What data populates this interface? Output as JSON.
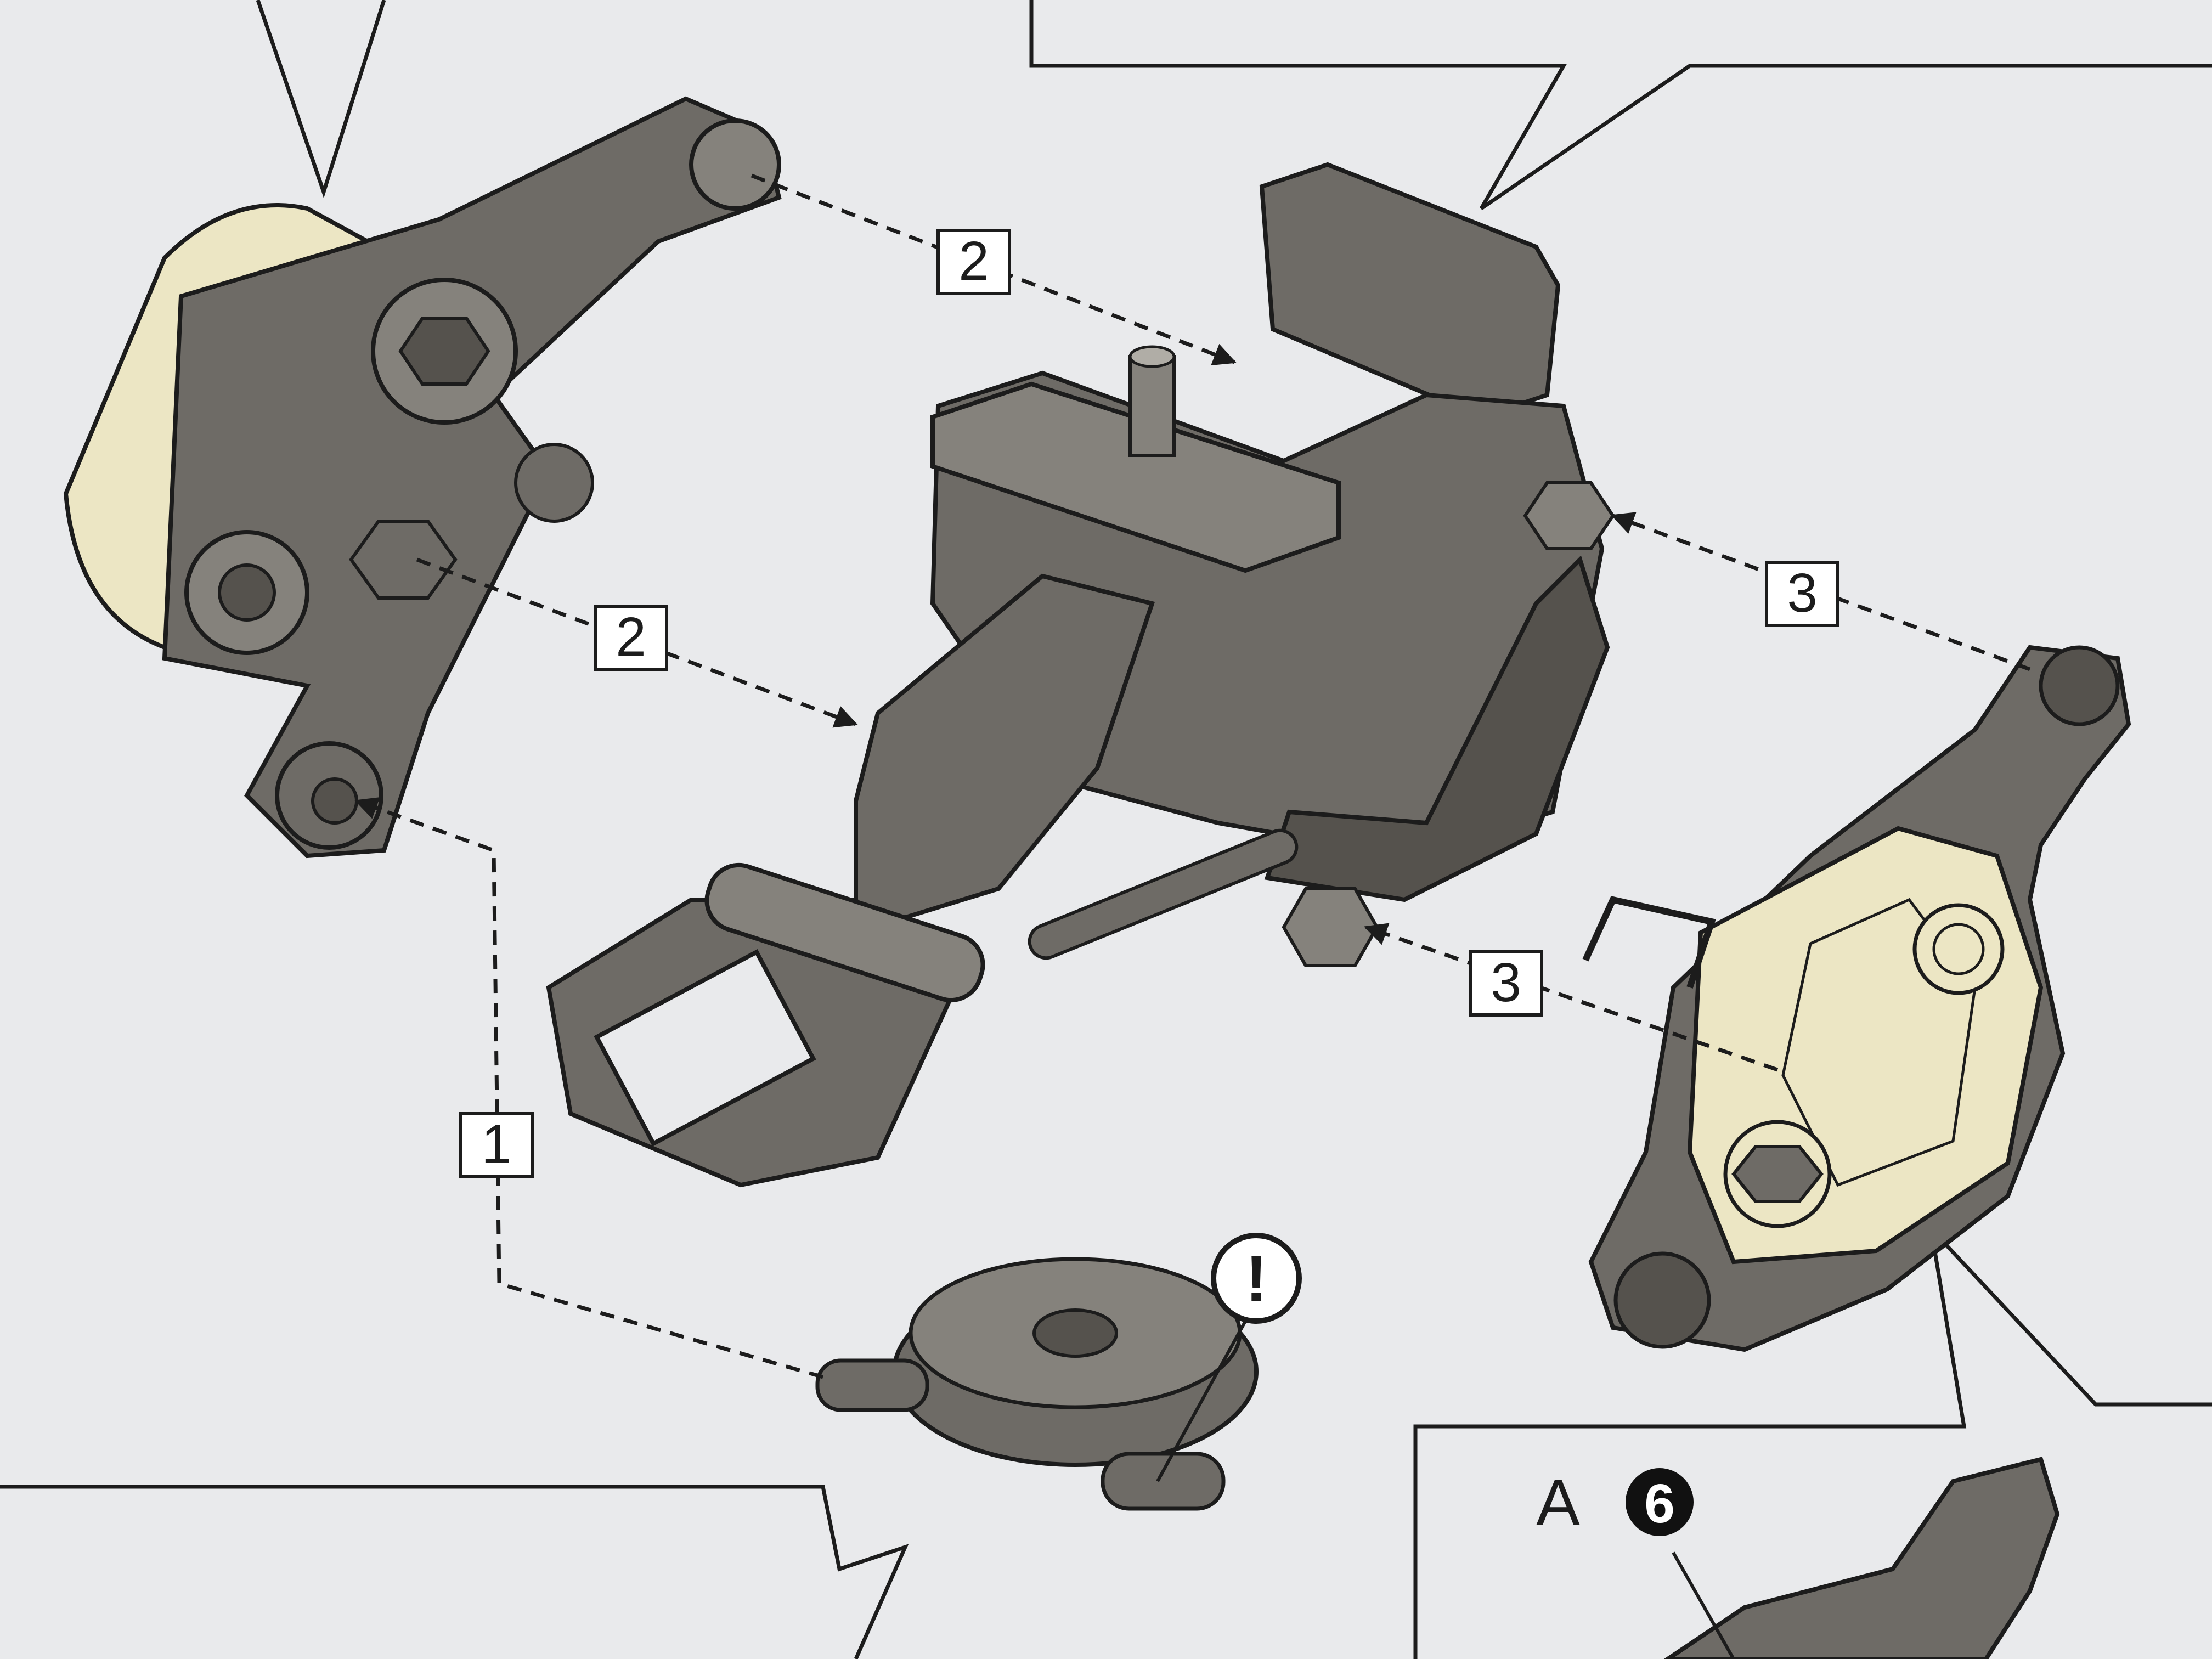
{
  "steps": {
    "step_2_top": "2",
    "step_2_left": "2",
    "step_3_right": "3",
    "step_3_lower": "3",
    "step_1": "1"
  },
  "caution_mark": "!",
  "part_ref": {
    "runner": "A",
    "number": "6"
  },
  "colors": {
    "background": "#e9eaec",
    "part_gray": "#6e6b66",
    "part_dark": "#55524d",
    "part_light": "#85827c",
    "cream_part": "#ece6c4",
    "line": "#1c1c1c"
  },
  "icons": {
    "arrow": "dashed-arrow",
    "caution": "exclamation-circle",
    "runner_number": "filled-circle-number"
  }
}
